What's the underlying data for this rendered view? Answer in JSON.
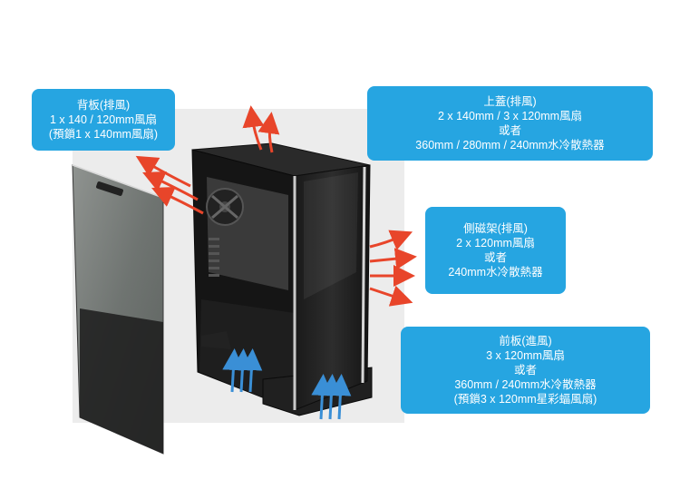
{
  "callouts": {
    "back": {
      "lines": [
        "背板(排風)",
        "1 x 140 / 120mm風扇",
        "(預鎖1 x 140mm風扇)"
      ]
    },
    "top": {
      "lines": [
        "上蓋(排風)",
        "2 x 140mm  / 3 x 120mm風扇",
        "或者",
        "360mm / 280mm / 240mm水冷散熱器"
      ]
    },
    "side": {
      "lines": [
        "側磁架(排風)",
        "2 x 120mm風扇",
        "或者",
        "240mm水冷散熱器"
      ]
    },
    "front": {
      "lines": [
        "前板(進風)",
        "3 x 120mm風扇",
        "或者",
        "360mm / 240mm水冷散熱器",
        "(預鎖3 x 120mm星彩蝠風扇)"
      ]
    }
  },
  "colors": {
    "callout_bg": "#26a5e1",
    "exhaust_arrow": "#e8452a",
    "intake_arrow": "#3a8fd6"
  }
}
